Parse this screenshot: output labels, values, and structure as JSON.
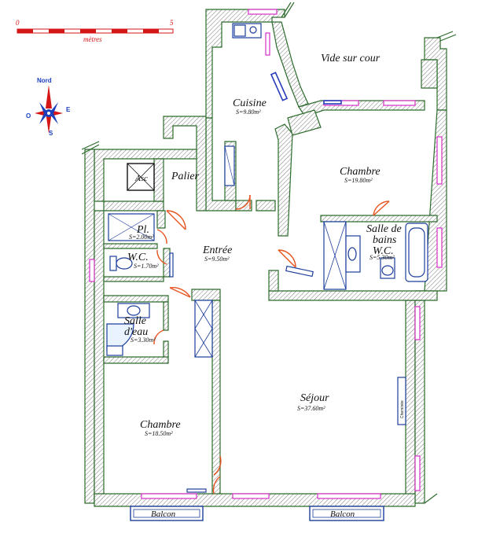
{
  "scale": {
    "start": "0",
    "end": "5",
    "unit": "mètres"
  },
  "compass": {
    "north": "Nord",
    "east": "E",
    "south": "S",
    "west": "O"
  },
  "outside": {
    "courtyard": "Vide sur cour"
  },
  "rooms": {
    "cuisine": {
      "name": "Cuisine",
      "area": "S=9.80m²"
    },
    "chambre1": {
      "name": "Chambre",
      "area": "S=19.80m²"
    },
    "palier": {
      "name": "Palier"
    },
    "asc": {
      "name": "Asc"
    },
    "placard": {
      "name": "Pl.",
      "area": "S=2.00m²"
    },
    "wc": {
      "name": "W.C.",
      "area": "S=1.70m²"
    },
    "entree": {
      "name": "Entrée",
      "area": "S=9.50m²"
    },
    "sdb": {
      "name_line1": "Salle de",
      "name_line2": "bains",
      "name_line3": "W.C.",
      "area": "S=5.30m²"
    },
    "sde": {
      "name_line1": "Salle",
      "name_line2": "d'eau",
      "area": "S=3.30m²"
    },
    "sejour": {
      "name": "Séjour",
      "area": "S=37.60m²"
    },
    "chambre2": {
      "name": "Chambre",
      "area": "S=18.50m²"
    },
    "chem": {
      "name": "Cheminée"
    }
  },
  "balconies": {
    "left": "Balcon",
    "right": "Balcon"
  },
  "colors": {
    "wall": "#2c6b2c",
    "door": "#e8531f",
    "window": "#d630c8",
    "fixture": "#1c3d9c",
    "scale": "#d41616"
  }
}
